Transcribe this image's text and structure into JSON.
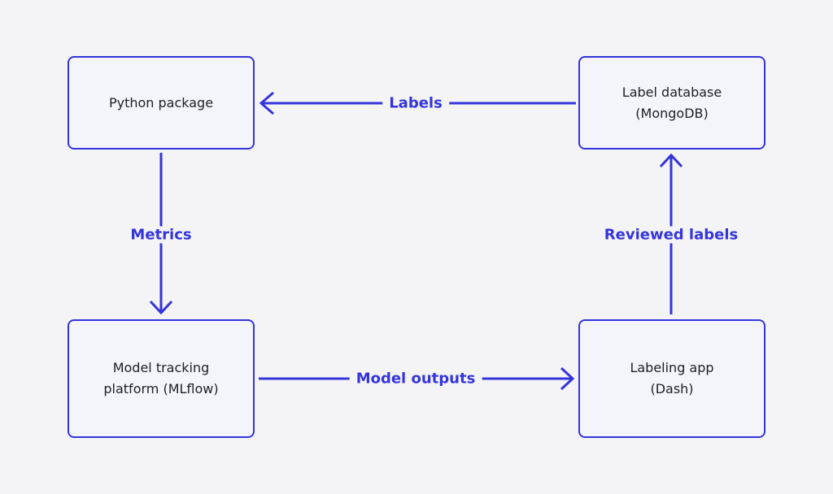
{
  "diagram": {
    "nodes": {
      "python_package": {
        "line1": "Python package"
      },
      "label_database": {
        "line1": "Label database",
        "line2": "(MongoDB)"
      },
      "model_tracking": {
        "line1": "Model tracking",
        "line2": "platform (MLflow)"
      },
      "labeling_app": {
        "line1": "Labeling app",
        "line2": "(Dash)"
      }
    },
    "edges": {
      "labels": "Labels",
      "metrics": "Metrics",
      "reviewed_labels": "Reviewed labels",
      "model_outputs": "Model outputs"
    },
    "colors": {
      "accent": "#3534dc",
      "background": "#f4f4f6",
      "node_fill": "#f4f4fb",
      "text": "#1e1e24"
    }
  }
}
